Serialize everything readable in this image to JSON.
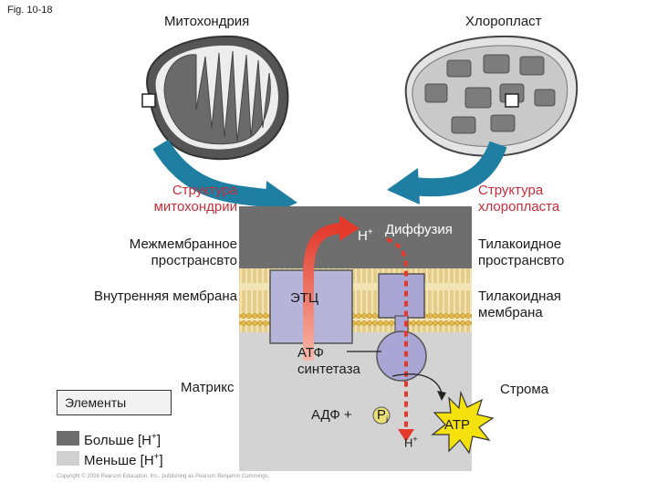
{
  "figure_label": "Fig. 10-18",
  "headers": {
    "mitochondrion": "Митохондрия",
    "chloroplast": "Хлоропласт"
  },
  "labels": {
    "mito_structure": "Структура митохондрии",
    "chloro_structure": "Структура хлоропласта",
    "intermembrane_space": "Межмембранное пространсвто",
    "inner_membrane": "Внутренняя мембрана",
    "matrix": "Матрикс",
    "thylakoid_space": "Тилакоидное пространсвто",
    "thylakoid_membrane": "Тилакоидная мембрана",
    "stroma": "Строма",
    "h_plus_top": "H",
    "h_plus_sup": "+",
    "diffusion": "Диффузия",
    "etc": "ЭТЦ",
    "atp_synthase": "АТФ синтетаза",
    "adp_plus": "АДФ +",
    "pi": "P",
    "pi_sub": "i",
    "h_plus_bottom": "H",
    "atp": "ATP"
  },
  "legend": {
    "title": "Элементы",
    "more": "Больше [H",
    "less": "Меньше [H",
    "sup": "+",
    "close": "]",
    "more_color": "#6e6e6e",
    "less_color": "#d0d0d0"
  },
  "copyright": "Copyright © 2008 Pearson Education, Inc., publishing as Pearson Benjamin Cummings.",
  "colors": {
    "high_h": "#6e6e6e",
    "low_h": "#d3d3d3",
    "membrane": "#e9c86a",
    "etc_box": "#b7b4d9",
    "synthase": "#a9a6d6",
    "red_arrow": "#e8483a",
    "blue_arrow": "#1f7fa3",
    "atp_star": "#f4e10e"
  }
}
